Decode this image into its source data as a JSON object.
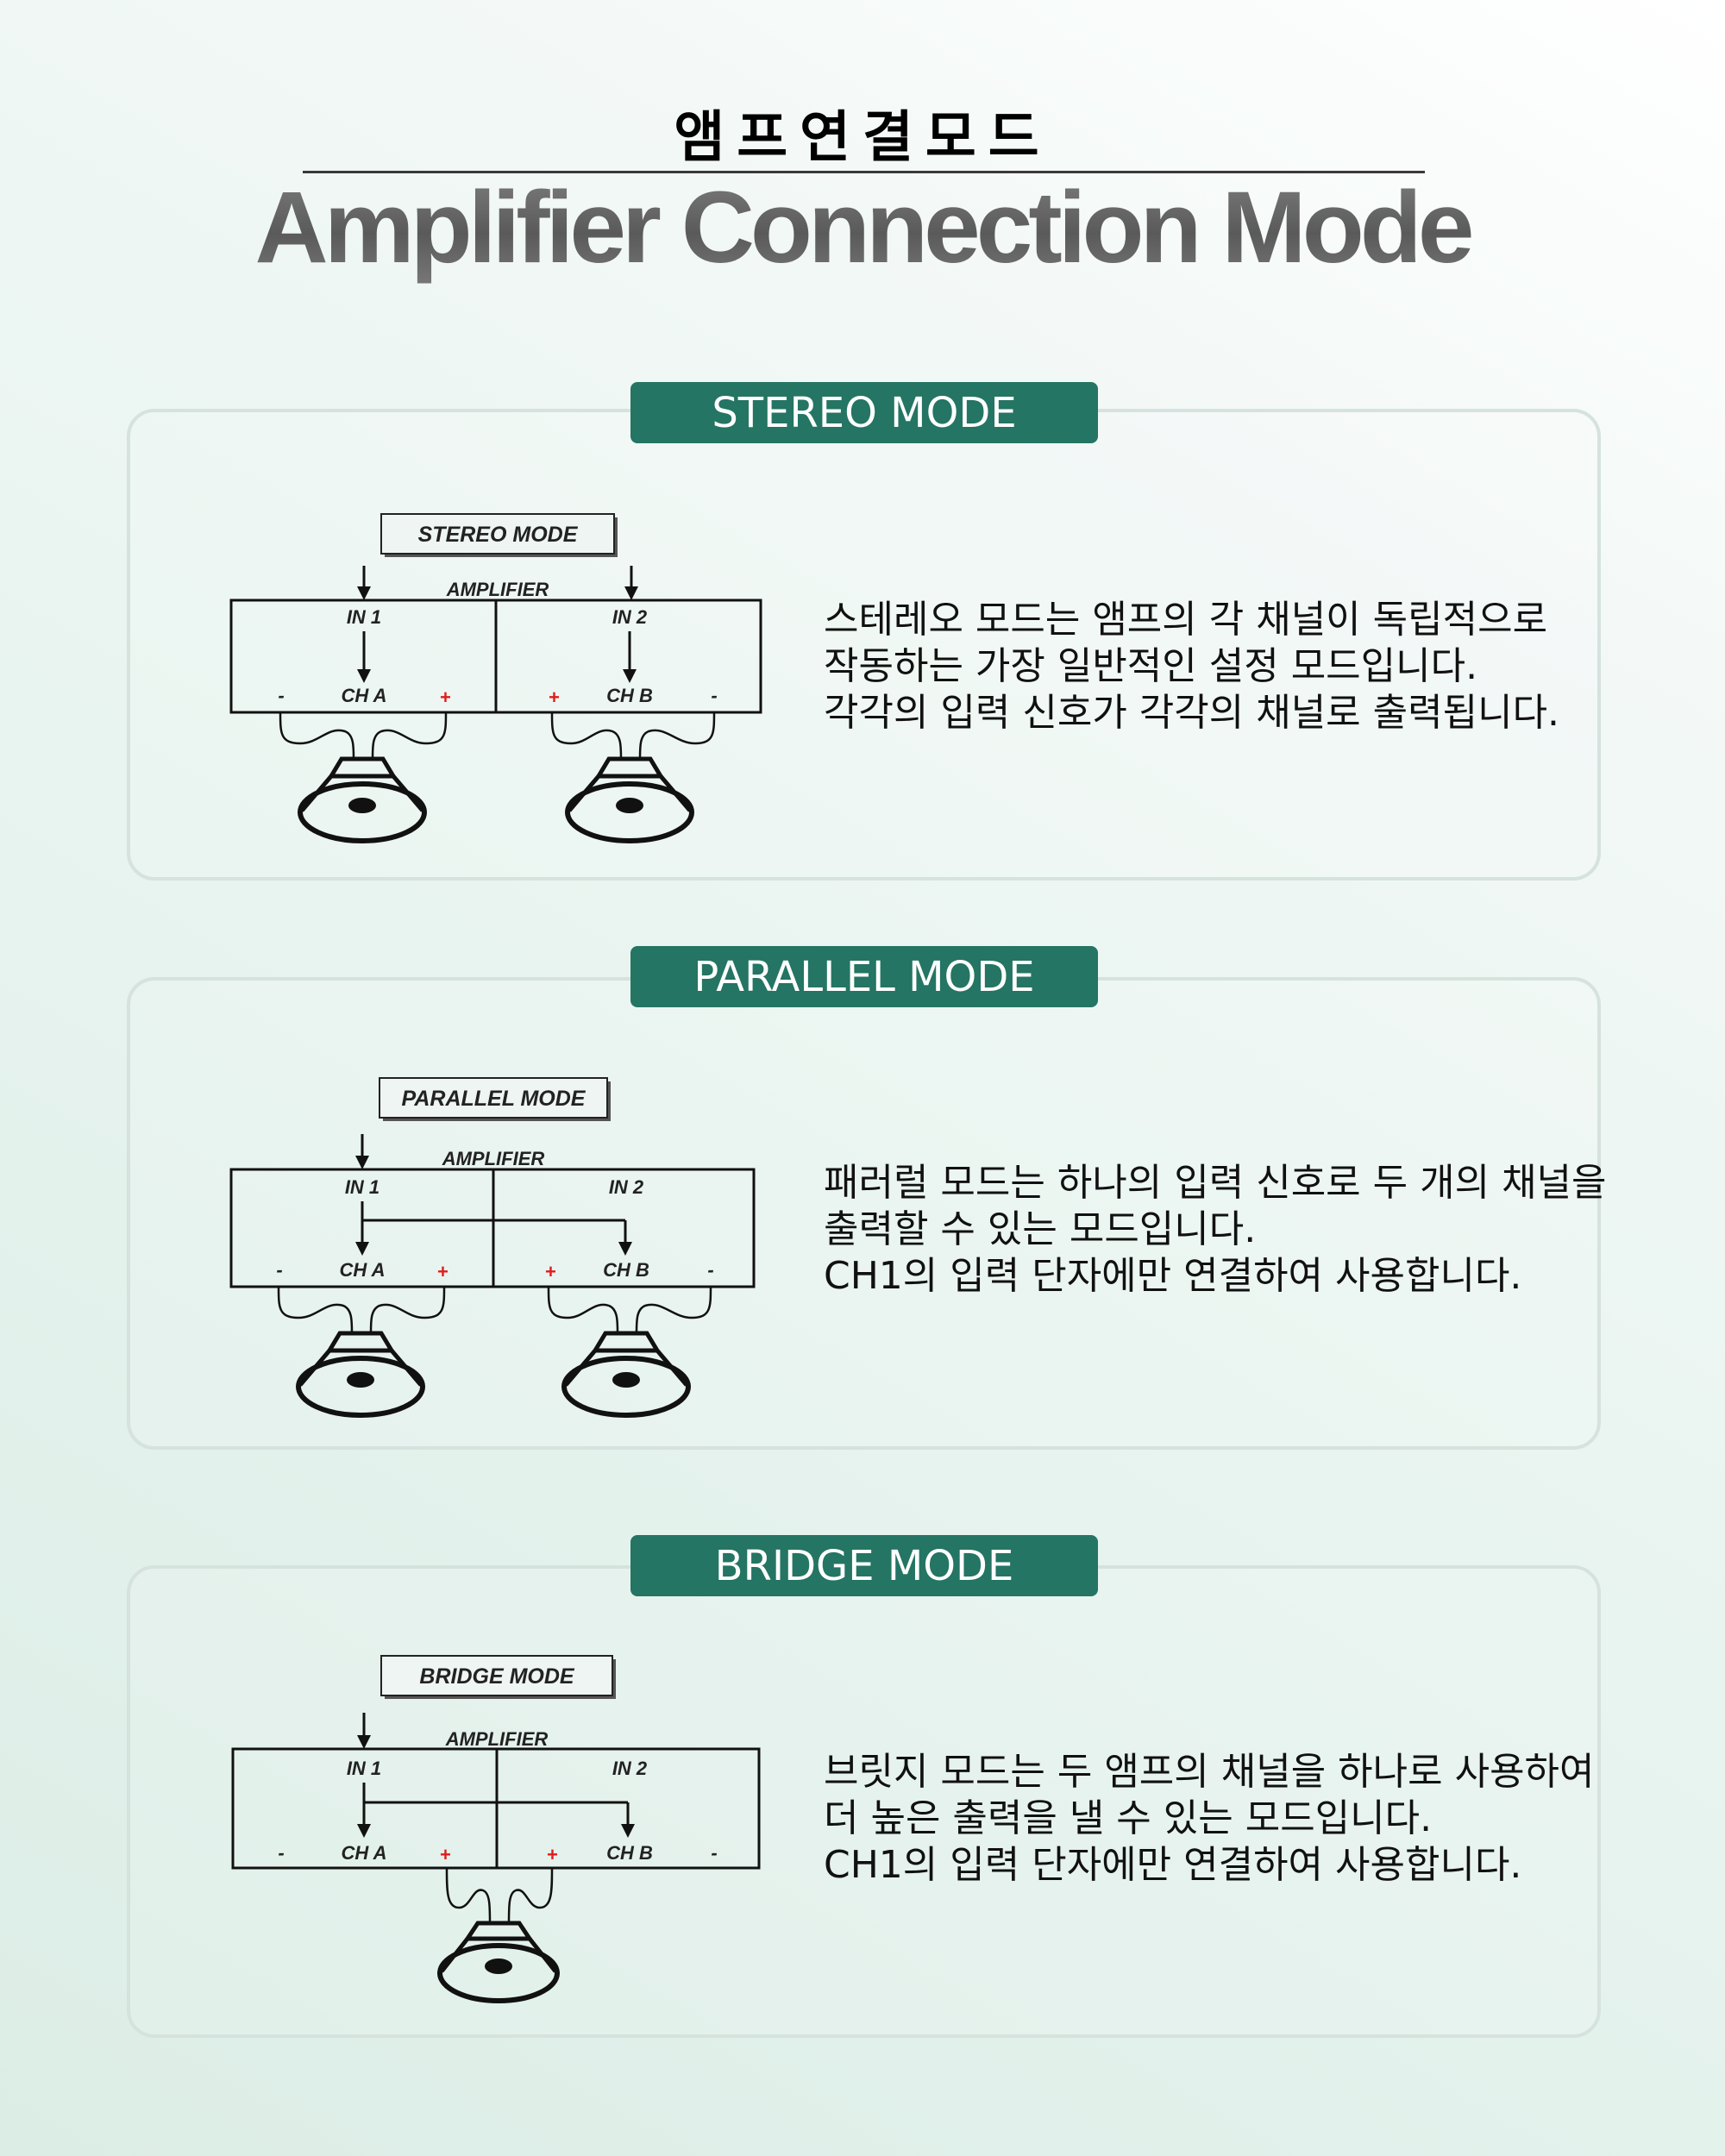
{
  "header": {
    "title_korean": "앰프연결모드",
    "title_english": "Amplifier Connection Mode"
  },
  "colors": {
    "tab_background": "#247563",
    "tab_text": "#ffffff",
    "card_border": "#d6e2dd",
    "plus_terminal": "#e11c1c",
    "diagram_ink": "#111111"
  },
  "sections": [
    {
      "id": "stereo",
      "tab_label": "STEREO MODE",
      "diagram": {
        "label": "STEREO MODE",
        "amplifier_label": "AMPLIFIER",
        "in1": "IN 1",
        "in2": "IN 2",
        "cha": "CH A",
        "chb": "CH B",
        "minus": "-",
        "plus": "+",
        "inputs_used": [
          "IN 1",
          "IN 2"
        ],
        "routing": "independent",
        "speakers": 2
      },
      "description": [
        "스테레오 모드는 앰프의 각 채널이 독립적으로",
        "작동하는 가장 일반적인 설정 모드입니다.",
        "각각의 입력 신호가 각각의 채널로 출력됩니다."
      ]
    },
    {
      "id": "parallel",
      "tab_label": "PARALLEL MODE",
      "diagram": {
        "label": "PARALLEL MODE",
        "amplifier_label": "AMPLIFIER",
        "in1": "IN 1",
        "in2": "IN 2",
        "cha": "CH A",
        "chb": "CH B",
        "minus": "-",
        "plus": "+",
        "inputs_used": [
          "IN 1"
        ],
        "routing": "in1-to-both",
        "speakers": 2
      },
      "description": [
        "패러럴 모드는 하나의 입력 신호로 두 개의 채널을",
        "출력할 수 있는 모드입니다.",
        "CH1의 입력 단자에만 연결하여 사용합니다."
      ]
    },
    {
      "id": "bridge",
      "tab_label": "BRIDGE MODE",
      "diagram": {
        "label": "BRIDGE MODE",
        "amplifier_label": "AMPLIFIER",
        "in1": "IN 1",
        "in2": "IN 2",
        "cha": "CH A",
        "chb": "CH B",
        "minus": "-",
        "plus": "+",
        "inputs_used": [
          "IN 1"
        ],
        "routing": "in1-to-both-bridged",
        "speakers": 1
      },
      "description": [
        "브릿지 모드는 두 앰프의 채널을 하나로 사용하여",
        "더 높은 출력을 낼 수 있는 모드입니다.",
        "CH1의 입력 단자에만 연결하여 사용합니다."
      ]
    }
  ]
}
